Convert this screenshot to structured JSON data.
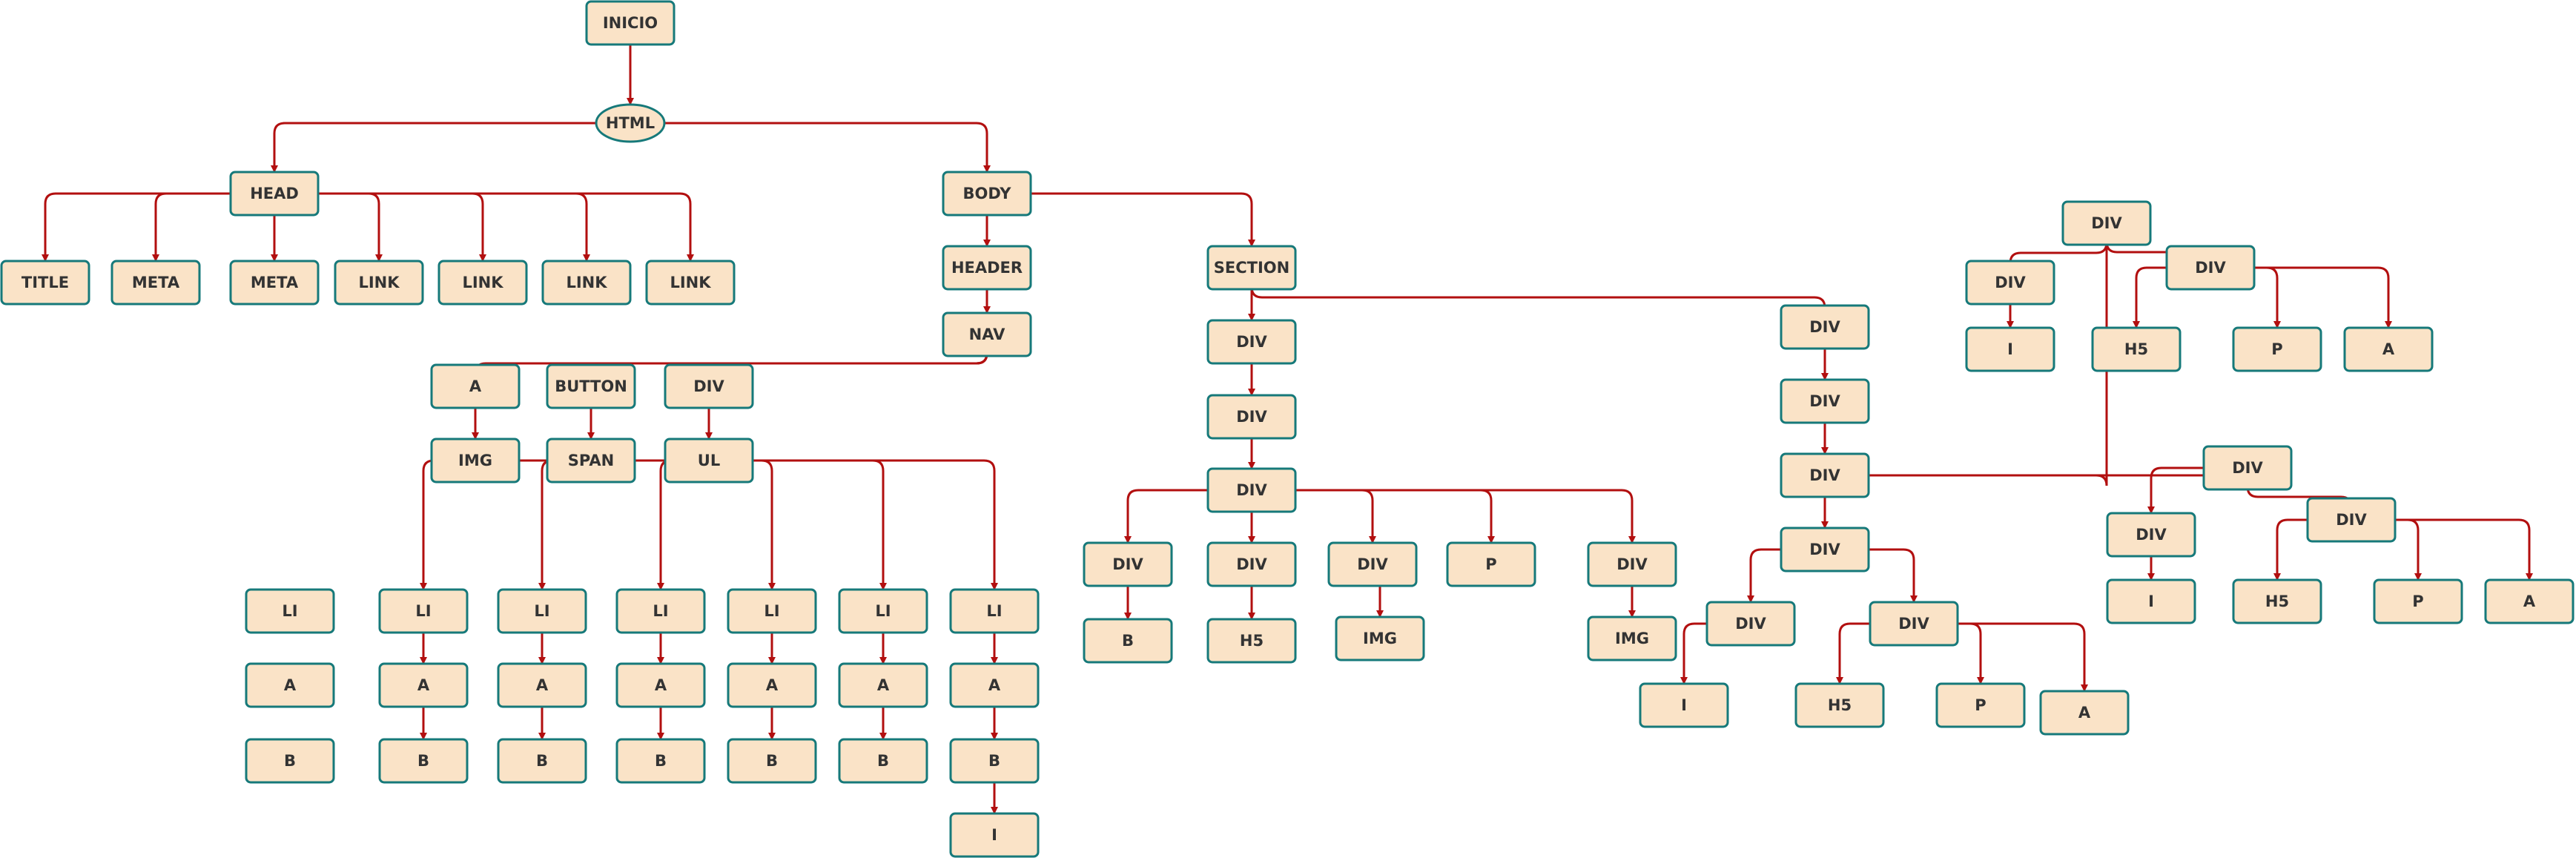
{
  "colors": {
    "node_fill": "#fae3c7",
    "node_border": "#16797a",
    "edge": "#b20f0f",
    "text": "#333333",
    "background": "#ffffff"
  },
  "nodes": [
    {
      "id": "inicio",
      "label": "INICIO"
    },
    {
      "id": "html",
      "label": "HTML",
      "shape": "ellipse"
    },
    {
      "id": "head",
      "label": "HEAD"
    },
    {
      "id": "title",
      "label": "TITLE"
    },
    {
      "id": "meta1",
      "label": "META"
    },
    {
      "id": "meta2",
      "label": "META"
    },
    {
      "id": "link1",
      "label": "LINK"
    },
    {
      "id": "link2",
      "label": "LINK"
    },
    {
      "id": "link3",
      "label": "LINK"
    },
    {
      "id": "link4",
      "label": "LINK"
    },
    {
      "id": "body",
      "label": "BODY"
    },
    {
      "id": "header",
      "label": "HEADER"
    },
    {
      "id": "nav",
      "label": "NAV"
    },
    {
      "id": "nav_a",
      "label": "A"
    },
    {
      "id": "nav_img",
      "label": "IMG"
    },
    {
      "id": "nav_button",
      "label": "BUTTON"
    },
    {
      "id": "nav_span",
      "label": "SPAN"
    },
    {
      "id": "nav_div",
      "label": "DIV"
    },
    {
      "id": "ul",
      "label": "UL"
    },
    {
      "id": "li0",
      "label": "LI"
    },
    {
      "id": "a0",
      "label": "A"
    },
    {
      "id": "b0",
      "label": "B"
    },
    {
      "id": "li1",
      "label": "LI"
    },
    {
      "id": "a1",
      "label": "A"
    },
    {
      "id": "b1",
      "label": "B"
    },
    {
      "id": "li2",
      "label": "LI"
    },
    {
      "id": "a2",
      "label": "A"
    },
    {
      "id": "b2",
      "label": "B"
    },
    {
      "id": "li3",
      "label": "LI"
    },
    {
      "id": "a3",
      "label": "A"
    },
    {
      "id": "b3",
      "label": "B"
    },
    {
      "id": "li4",
      "label": "LI"
    },
    {
      "id": "a4",
      "label": "A"
    },
    {
      "id": "b4",
      "label": "B"
    },
    {
      "id": "li5",
      "label": "LI"
    },
    {
      "id": "a5",
      "label": "A"
    },
    {
      "id": "b5",
      "label": "B"
    },
    {
      "id": "li6",
      "label": "LI"
    },
    {
      "id": "a6",
      "label": "A"
    },
    {
      "id": "b6",
      "label": "B"
    },
    {
      "id": "i6",
      "label": "I"
    },
    {
      "id": "section",
      "label": "SECTION"
    },
    {
      "id": "s_div1",
      "label": "DIV"
    },
    {
      "id": "s_div2",
      "label": "DIV"
    },
    {
      "id": "s_div3",
      "label": "DIV"
    },
    {
      "id": "s_div4",
      "label": "DIV"
    },
    {
      "id": "s_b",
      "label": "B"
    },
    {
      "id": "s_div5",
      "label": "DIV"
    },
    {
      "id": "s_h5",
      "label": "H5"
    },
    {
      "id": "s_div6",
      "label": "DIV"
    },
    {
      "id": "s_img1",
      "label": "IMG"
    },
    {
      "id": "s_p",
      "label": "P"
    },
    {
      "id": "s_div7",
      "label": "DIV"
    },
    {
      "id": "s_img2",
      "label": "IMG"
    },
    {
      "id": "r_div1",
      "label": "DIV"
    },
    {
      "id": "r_div2",
      "label": "DIV"
    },
    {
      "id": "r_div3",
      "label": "DIV"
    },
    {
      "id": "r_div4",
      "label": "DIV"
    },
    {
      "id": "r_div5",
      "label": "DIV"
    },
    {
      "id": "r_i1",
      "label": "I"
    },
    {
      "id": "r_div6",
      "label": "DIV"
    },
    {
      "id": "r_h5_1",
      "label": "H5"
    },
    {
      "id": "r_p1",
      "label": "P"
    },
    {
      "id": "r_a1",
      "label": "A"
    },
    {
      "id": "t_div1",
      "label": "DIV"
    },
    {
      "id": "t_div2",
      "label": "DIV"
    },
    {
      "id": "t_i",
      "label": "I"
    },
    {
      "id": "t_div3",
      "label": "DIV"
    },
    {
      "id": "t_h5",
      "label": "H5"
    },
    {
      "id": "t_p",
      "label": "P"
    },
    {
      "id": "t_a",
      "label": "A"
    },
    {
      "id": "m_div1",
      "label": "DIV"
    },
    {
      "id": "m_div2",
      "label": "DIV"
    },
    {
      "id": "m_i",
      "label": "I"
    },
    {
      "id": "m_div3",
      "label": "DIV"
    },
    {
      "id": "m_h5",
      "label": "H5"
    },
    {
      "id": "m_p",
      "label": "P"
    },
    {
      "id": "m_a",
      "label": "A"
    }
  ],
  "edges": [
    {
      "from": "inicio",
      "to": "html"
    },
    {
      "from": "html",
      "to": "head"
    },
    {
      "from": "html",
      "to": "body"
    },
    {
      "from": "head",
      "to": "title"
    },
    {
      "from": "head",
      "to": "meta1"
    },
    {
      "from": "head",
      "to": "meta2"
    },
    {
      "from": "head",
      "to": "link1"
    },
    {
      "from": "head",
      "to": "link2"
    },
    {
      "from": "head",
      "to": "link3"
    },
    {
      "from": "head",
      "to": "link4"
    },
    {
      "from": "body",
      "to": "header"
    },
    {
      "from": "body",
      "to": "section"
    },
    {
      "from": "header",
      "to": "nav"
    },
    {
      "from": "nav",
      "to": "nav_a"
    },
    {
      "from": "nav",
      "to": "nav_button"
    },
    {
      "from": "nav",
      "to": "nav_div"
    },
    {
      "from": "nav_a",
      "to": "nav_img"
    },
    {
      "from": "nav_button",
      "to": "nav_span"
    },
    {
      "from": "nav_div",
      "to": "ul"
    },
    {
      "from": "ul",
      "to": "li1"
    },
    {
      "from": "ul",
      "to": "li2"
    },
    {
      "from": "ul",
      "to": "li3"
    },
    {
      "from": "ul",
      "to": "li4"
    },
    {
      "from": "ul",
      "to": "li5"
    },
    {
      "from": "ul",
      "to": "li6"
    },
    {
      "from": "li1",
      "to": "a1"
    },
    {
      "from": "a1",
      "to": "b1"
    },
    {
      "from": "li2",
      "to": "a2"
    },
    {
      "from": "a2",
      "to": "b2"
    },
    {
      "from": "li3",
      "to": "a3"
    },
    {
      "from": "a3",
      "to": "b3"
    },
    {
      "from": "li4",
      "to": "a4"
    },
    {
      "from": "a4",
      "to": "b4"
    },
    {
      "from": "li5",
      "to": "a5"
    },
    {
      "from": "a5",
      "to": "b5"
    },
    {
      "from": "li6",
      "to": "a6"
    },
    {
      "from": "a6",
      "to": "b6"
    },
    {
      "from": "b6",
      "to": "i6"
    },
    {
      "from": "section",
      "to": "s_div1"
    },
    {
      "from": "section",
      "to": "r_div1"
    },
    {
      "from": "s_div1",
      "to": "s_div2"
    },
    {
      "from": "s_div2",
      "to": "s_div3"
    },
    {
      "from": "s_div3",
      "to": "s_div4"
    },
    {
      "from": "s_div3",
      "to": "s_div5"
    },
    {
      "from": "s_div3",
      "to": "s_div6"
    },
    {
      "from": "s_div3",
      "to": "s_p"
    },
    {
      "from": "s_div3",
      "to": "s_div7"
    },
    {
      "from": "s_div4",
      "to": "s_b"
    },
    {
      "from": "s_div5",
      "to": "s_h5"
    },
    {
      "from": "s_div6",
      "to": "s_img1"
    },
    {
      "from": "s_div7",
      "to": "s_img2"
    },
    {
      "from": "r_div1",
      "to": "r_div2"
    },
    {
      "from": "r_div2",
      "to": "r_div3"
    },
    {
      "from": "r_div3",
      "to": "r_div4"
    },
    {
      "from": "r_div3",
      "to": "t_div1"
    },
    {
      "from": "r_div3",
      "to": "m_div1"
    },
    {
      "from": "r_div4",
      "to": "r_div5"
    },
    {
      "from": "r_div4",
      "to": "r_div6"
    },
    {
      "from": "r_div5",
      "to": "r_i1"
    },
    {
      "from": "r_div6",
      "to": "r_h5_1"
    },
    {
      "from": "r_div6",
      "to": "r_p1"
    },
    {
      "from": "r_div6",
      "to": "r_a1"
    },
    {
      "from": "t_div1",
      "to": "t_div2"
    },
    {
      "from": "t_div1",
      "to": "t_div3"
    },
    {
      "from": "t_div2",
      "to": "t_i"
    },
    {
      "from": "t_div3",
      "to": "t_h5"
    },
    {
      "from": "t_div3",
      "to": "t_p"
    },
    {
      "from": "t_div3",
      "to": "t_a"
    },
    {
      "from": "m_div1",
      "to": "m_div2"
    },
    {
      "from": "m_div1",
      "to": "m_div3"
    },
    {
      "from": "m_div2",
      "to": "m_i"
    },
    {
      "from": "m_div3",
      "to": "m_h5"
    },
    {
      "from": "m_div3",
      "to": "m_p"
    },
    {
      "from": "m_div3",
      "to": "m_a"
    }
  ]
}
